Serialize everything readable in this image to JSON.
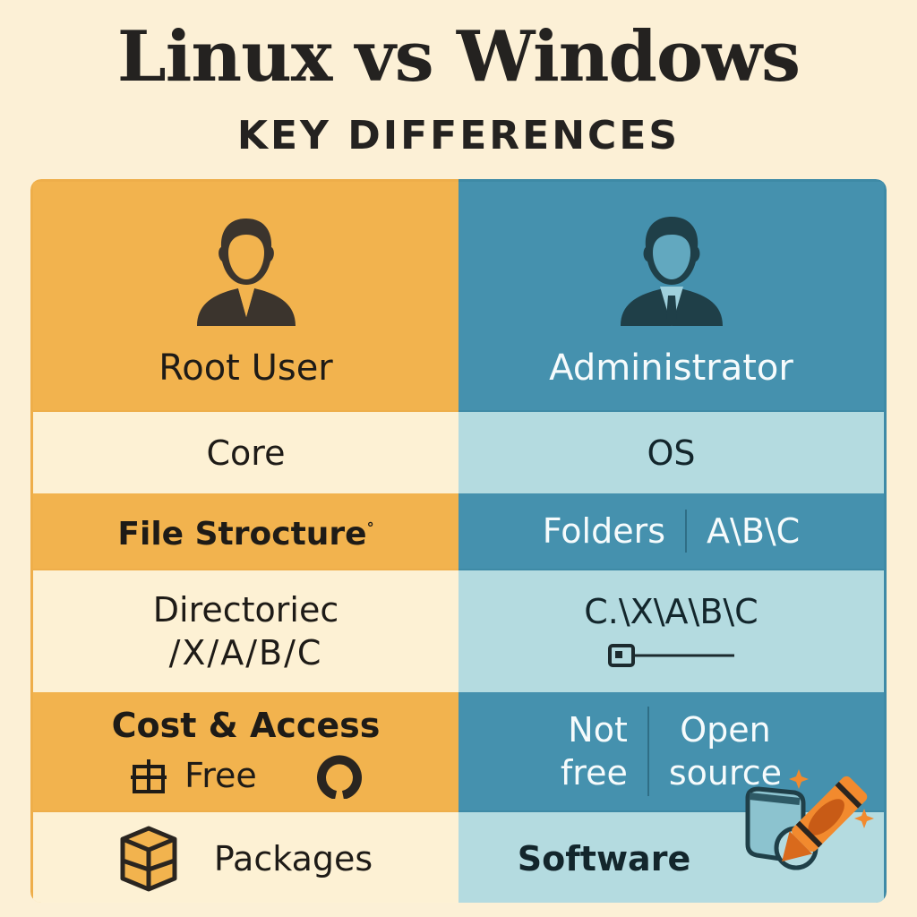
{
  "header": {
    "title": "Linux vs Windows",
    "subtitle": "KEY DIFFERENCES"
  },
  "colors": {
    "background": "#fcf0d6",
    "linux_dark": "#f2b34e",
    "linux_light": "#fdf1d4",
    "windows_dark": "#4591ae",
    "windows_light": "#b4dbe0",
    "crayon": "#f28a2e"
  },
  "linux": {
    "header": {
      "label": "Root User",
      "icon": "user-avatar-icon"
    },
    "rows": [
      {
        "text": "Core"
      },
      {
        "text": "File Strocture",
        "mark": "°"
      },
      {
        "line1": "Directoriec",
        "line2": "/X/A/B/C"
      },
      {
        "line1": "Cost & Access",
        "free_label": "Free",
        "icons": [
          "grid-box-icon",
          "open-ring-icon"
        ]
      },
      {
        "text": "Packages",
        "icon": "package-box-icon"
      }
    ]
  },
  "windows": {
    "header": {
      "label": "Administrator",
      "icon": "admin-avatar-icon"
    },
    "rows": [
      {
        "text": "OS"
      },
      {
        "left": "Folders",
        "right": "A\\B\\C"
      },
      {
        "line1": "C.\\X\\A\\B\\C",
        "icon": "usb-cable-icon"
      },
      {
        "left_line1": "Not",
        "left_line2": "free",
        "right_line1": "Open",
        "right_line2": "source"
      },
      {
        "text": "Software",
        "icons": [
          "storage-drive-icon",
          "crayon-icon"
        ]
      }
    ]
  }
}
